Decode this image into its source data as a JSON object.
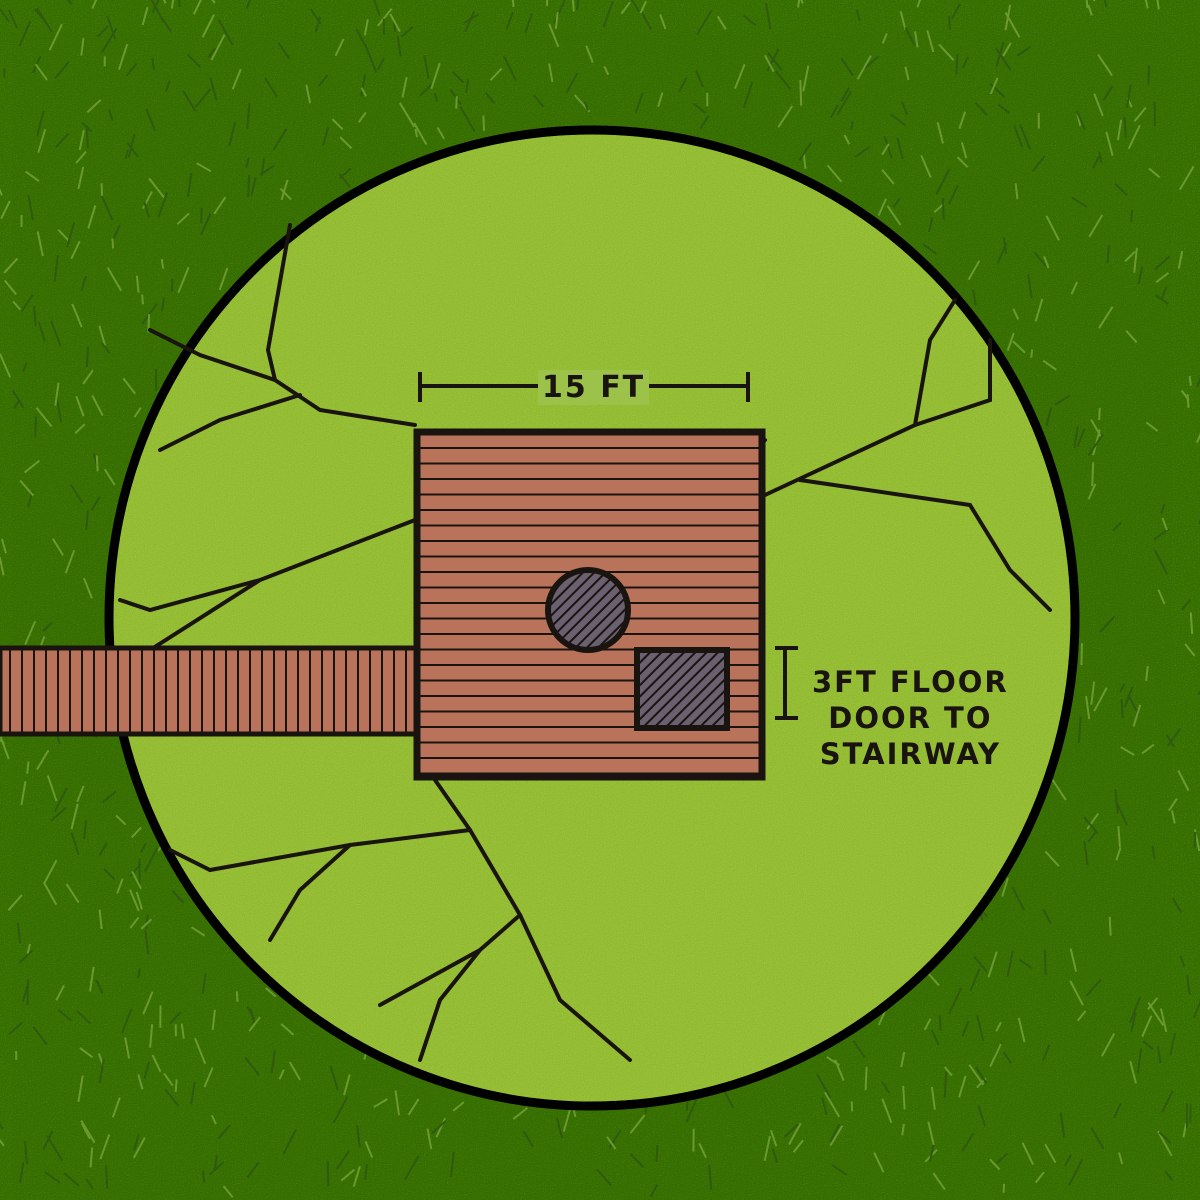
{
  "drawing": {
    "dimension_label": "15 FT",
    "note_lines": [
      "3FT FLOOR",
      "DOOR TO",
      "STAIRWAY"
    ]
  },
  "colors": {
    "grass": "#4c7a1f",
    "grass_dark": "#2f5a10",
    "canopy": "#9cc24a",
    "deck": "#b8735a",
    "ink": "#1a1410"
  }
}
